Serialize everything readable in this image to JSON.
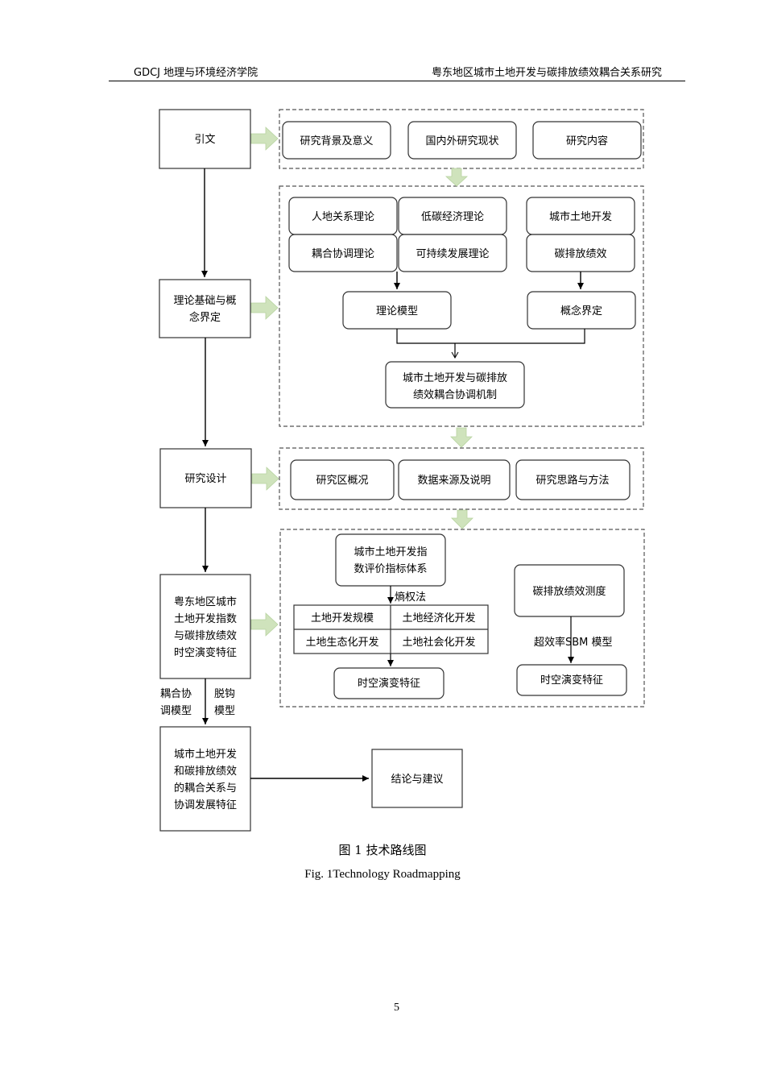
{
  "header": {
    "left": "GDCJ 地理与环境经济学院",
    "right": "粤东地区城市土地开发与碳排放绩效耦合关系研究"
  },
  "diagram": {
    "main_steps": {
      "intro": "引文",
      "theory": [
        "理论基础与概",
        "念界定"
      ],
      "design": "研究设计",
      "spatiotemporal": [
        "粤东地区城市",
        "土地开发指数",
        "与碳排放绩效",
        "时空演变特征"
      ],
      "coupling": [
        "城市土地开发",
        "和碳排放绩效",
        "的耦合关系与",
        "协调发展特征"
      ],
      "conclusion": "结论与建议"
    },
    "side_labels": {
      "coupling_model": [
        "耦合协",
        "调模型"
      ],
      "decoupling_model": [
        "脱钩",
        "模型"
      ]
    },
    "intro_boxes": [
      "研究背景及意义",
      "国内外研究现状",
      "研究内容"
    ],
    "theory_boxes": {
      "hl_theory": "人地关系理论",
      "lowcarbon_theory": "低碳经济理论",
      "coupling_theory": "耦合协调理论",
      "sustainable_theory": "可持续发展理论",
      "urban_land_dev": "城市土地开发",
      "carbon_perf": "碳排放绩效",
      "theory_model": "理论模型",
      "concept_def": "概念界定",
      "mechanism": [
        "城市土地开发与碳排放",
        "绩效耦合协调机制"
      ]
    },
    "design_boxes": [
      "研究区概况",
      "数据来源及说明",
      "研究思路与方法"
    ],
    "analysis_boxes": {
      "index_system": [
        "城市土地开发指",
        "数评价指标体系"
      ],
      "entropy": "熵权法",
      "grid": [
        "土地开发规模",
        "土地经济化开发",
        "土地生态化开发",
        "土地社会化开发"
      ],
      "st_features_left": "时空演变特征",
      "carbon_measure": "碳排放绩效测度",
      "sbm": "超效率SBM 模型",
      "st_features_right": "时空演变特征"
    }
  },
  "caption": {
    "cn": "图 1  技术路线图",
    "en": "Fig. 1Technology Roadmapping"
  },
  "page_number": "5",
  "colors": {
    "green_arrow": "#cfe3bc",
    "dash": "#555555",
    "box_border": "#333333"
  }
}
